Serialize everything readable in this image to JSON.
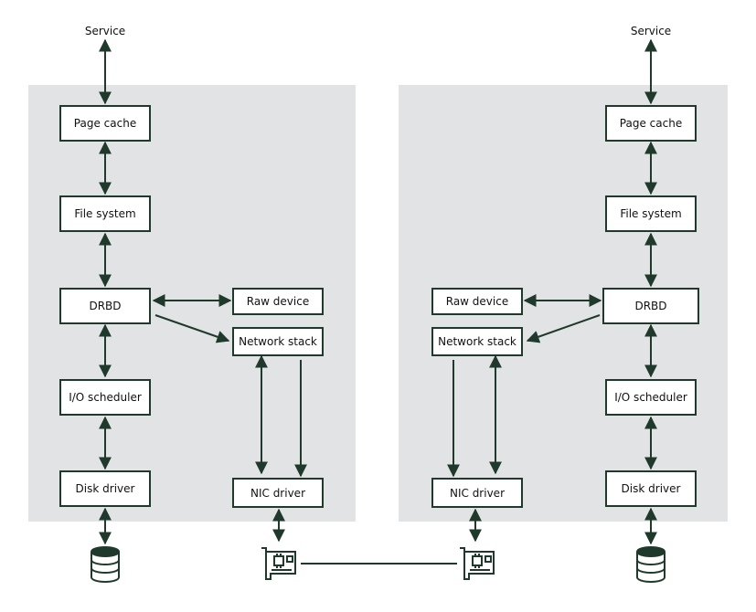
{
  "colors": {
    "panel": "#e2e3e5",
    "box_border": "#1f3a2c",
    "arrow": "#1f3a2c",
    "box_fill": "#ffffff"
  },
  "left_node": {
    "service": "Service",
    "page_cache": "Page cache",
    "file_system": "File system",
    "drbd": "DRBD",
    "raw_device": "Raw device",
    "network_stack": "Network stack",
    "io_scheduler": "I/O scheduler",
    "disk_driver": "Disk driver",
    "nic_driver": "NIC driver"
  },
  "right_node": {
    "service": "Service",
    "page_cache": "Page cache",
    "file_system": "File system",
    "drbd": "DRBD",
    "raw_device": "Raw device",
    "network_stack": "Network stack",
    "io_scheduler": "I/O scheduler",
    "disk_driver": "Disk driver",
    "nic_driver": "NIC driver"
  },
  "icons": [
    "disk-storage-icon",
    "network-card-icon"
  ]
}
